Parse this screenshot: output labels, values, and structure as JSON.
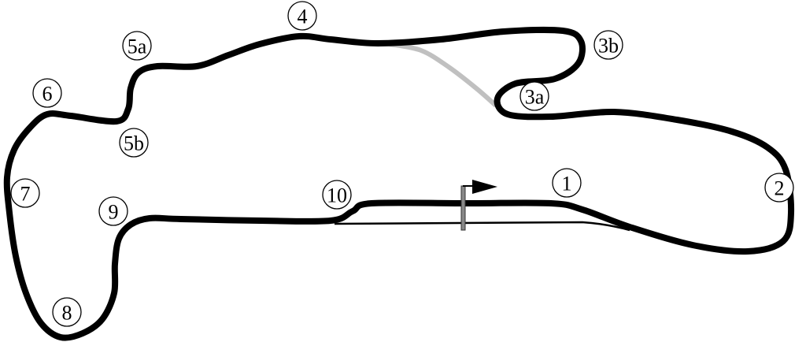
{
  "diagram": {
    "type": "race-track-layout",
    "track_color": "#000000",
    "alternate_route_color": "#c0c0c0",
    "turns": [
      "1",
      "2",
      "3a",
      "3b",
      "4",
      "5a",
      "5b",
      "6",
      "7",
      "8",
      "9",
      "10"
    ],
    "icons": [
      "start-finish-flag-icon"
    ]
  }
}
